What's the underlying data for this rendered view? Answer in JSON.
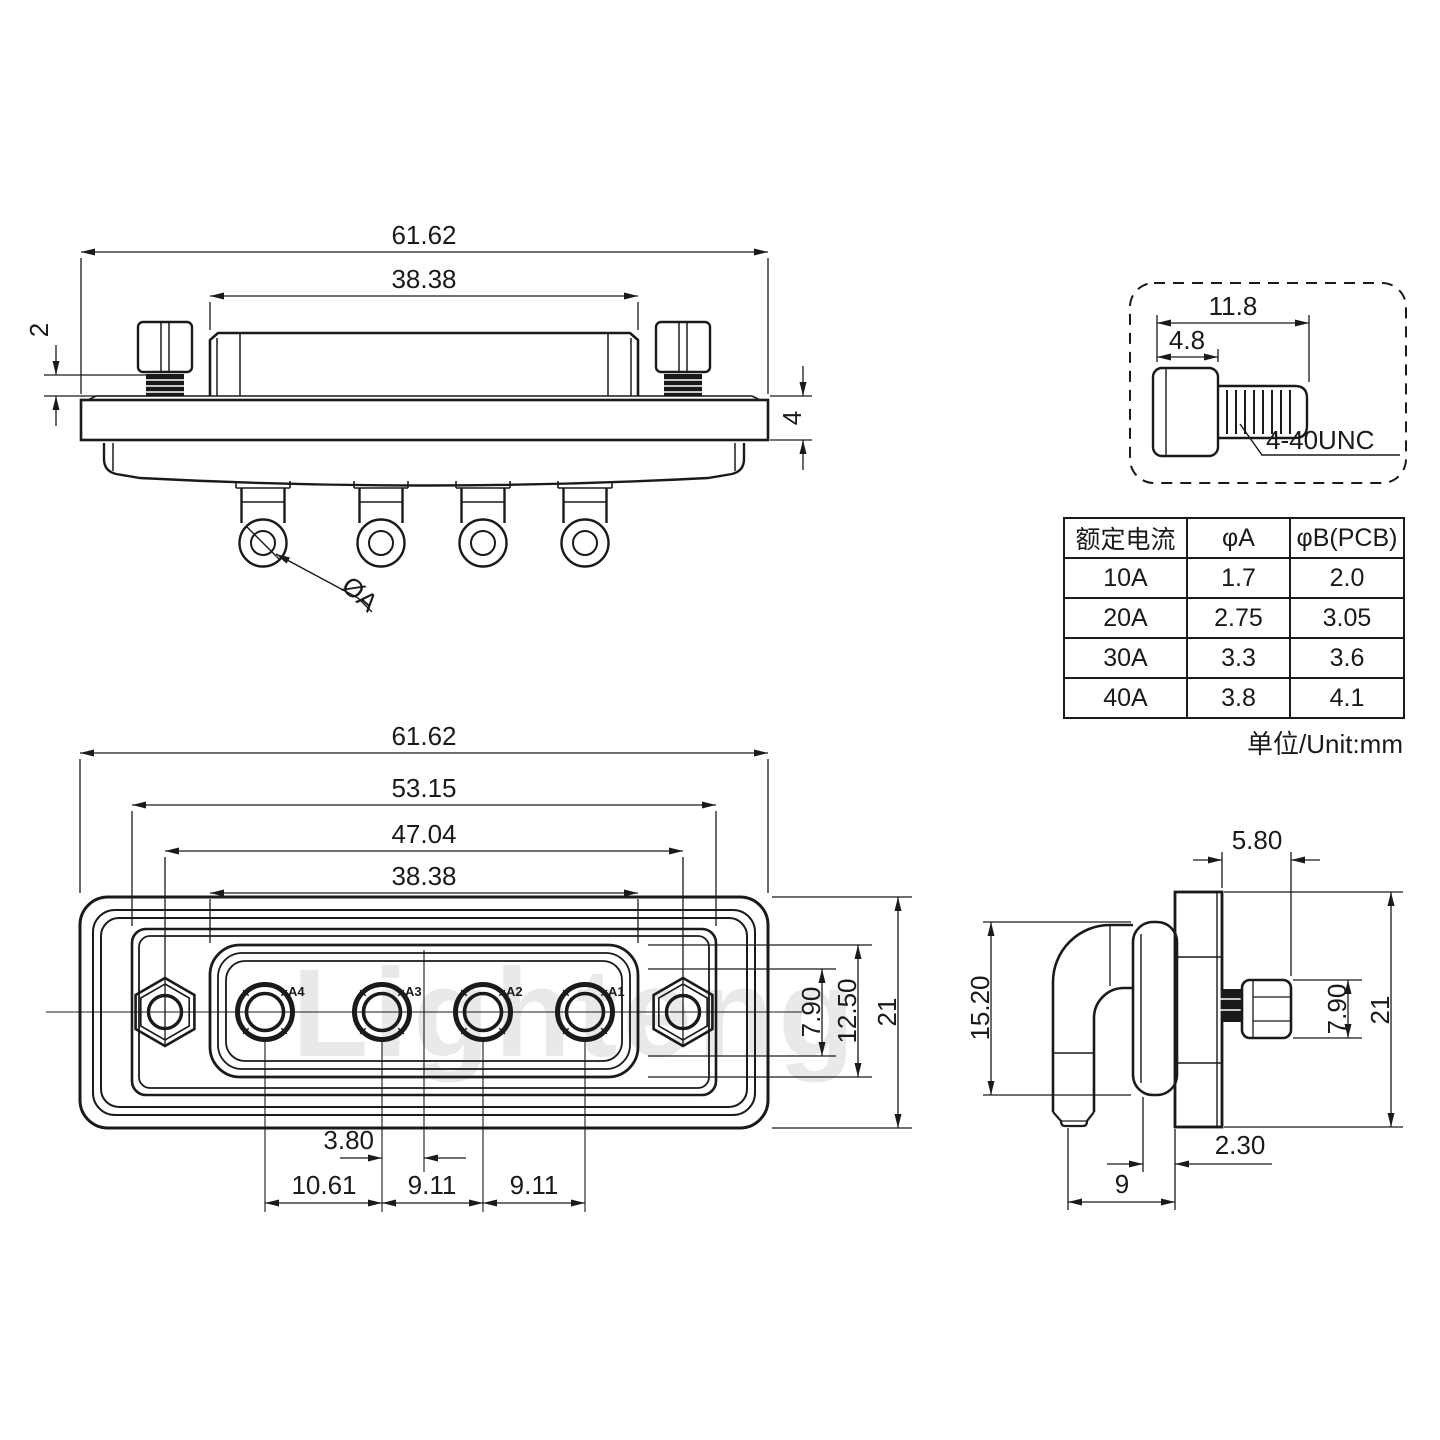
{
  "watermark": "Lighteng",
  "top_view": {
    "dim_overall": "61.62",
    "dim_cap_width": "38.38",
    "dim_screw_clearance": "2",
    "dim_flange_thickness": "4",
    "hole_diameter_label": "ØA"
  },
  "screw_detail": {
    "dim_total_length": "11.8",
    "dim_head_length": "4.8",
    "thread_spec": "4-40UNC"
  },
  "spec_table": {
    "headers": [
      "额定电流",
      "φA",
      "φB(PCB)"
    ],
    "rows": [
      [
        "10A",
        "1.7",
        "2.0"
      ],
      [
        "20A",
        "2.75",
        "3.05"
      ],
      [
        "30A",
        "3.3",
        "3.6"
      ],
      [
        "40A",
        "3.8",
        "4.1"
      ]
    ],
    "unit_note": "单位/Unit:mm"
  },
  "front_view": {
    "dim_overall": "61.62",
    "dim_panel_width": "53.15",
    "dim_mount_pitch": "47.04",
    "dim_shield_width": "38.38",
    "dim_opening_height": "7.90",
    "dim_shield_height": "12.50",
    "dim_body_height": "21",
    "dim_a3_offset": "3.80",
    "pitches": [
      "10.61",
      "9.11",
      "9.11"
    ],
    "contact_labels": [
      "A4",
      "A3",
      "A2",
      "A1"
    ]
  },
  "side_view": {
    "dim_screw_protrusion": "5.80",
    "dim_insert_height": "15.20",
    "dim_screw_head_height": "7.90",
    "dim_flange_height": "21",
    "dim_boss_offset": "2.30",
    "dim_pin_depth": "9"
  }
}
